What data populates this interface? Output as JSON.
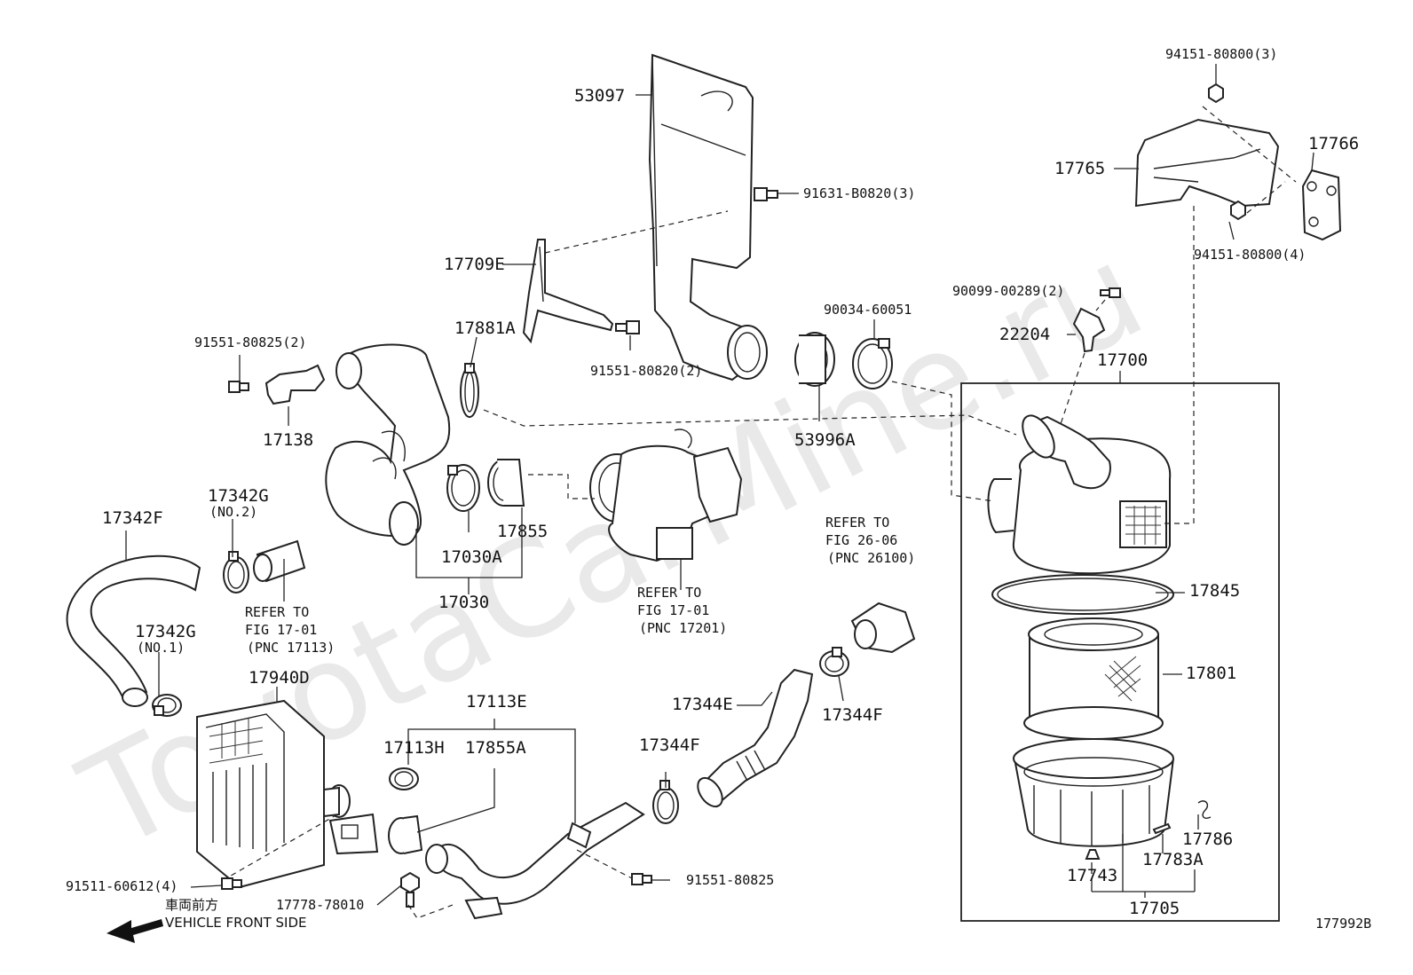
{
  "watermark": "ToyotaCarMine.ru",
  "diagram_id": "177992B",
  "front": {
    "jp": "車両前方",
    "en": "VEHICLE FRONT SIDE"
  },
  "labels": {
    "p53097": "53097",
    "p91631": "91631-B0820(3)",
    "p17709E": "17709E",
    "p17881A": "17881A",
    "p91551_820": "91551-80820(2)",
    "p90034": "90034-60051",
    "p53996A": "53996A",
    "p94151_top": "94151-80800(3)",
    "p17766": "17766",
    "p17765": "17765",
    "p94151_bot": "94151-80800(4)",
    "p90099": "90099-00289(2)",
    "p22204": "22204",
    "p17700": "17700",
    "p91551_825_2": "91551-80825(2)",
    "p17138": "17138",
    "p17030A": "17030A",
    "p17855": "17855",
    "p17030": "17030",
    "p17342F": "17342F",
    "p17342G_top": "17342G",
    "p17342G_top_sub": "(NO.2)",
    "p17342G_bot": "17342G",
    "p17342G_bot_sub": "(NO.1)",
    "p17845": "17845",
    "p17801": "17801",
    "p17940D": "17940D",
    "p17113E": "17113E",
    "p17113H": "17113H",
    "p17855A": "17855A",
    "p17344E": "17344E",
    "p17344F_right": "17344F",
    "p17344F_left": "17344F",
    "p91511": "91511-60612(4)",
    "p17778": "17778-78010",
    "p91551_825": "91551-80825",
    "p17743": "17743",
    "p17783A": "17783A",
    "p17786": "17786",
    "p17705": "17705"
  },
  "refs": {
    "fig17_01_left": {
      "l1": "REFER TO",
      "l2": "FIG 17-01",
      "l3": "(PNC 17113)"
    },
    "fig17_01_mid": {
      "l1": "REFER TO",
      "l2": "FIG 17-01",
      "l3": "(PNC 17201)"
    },
    "fig26_06": {
      "l1": "REFER TO",
      "l2": "FIG 26-06",
      "l3": "(PNC 26100)"
    }
  }
}
